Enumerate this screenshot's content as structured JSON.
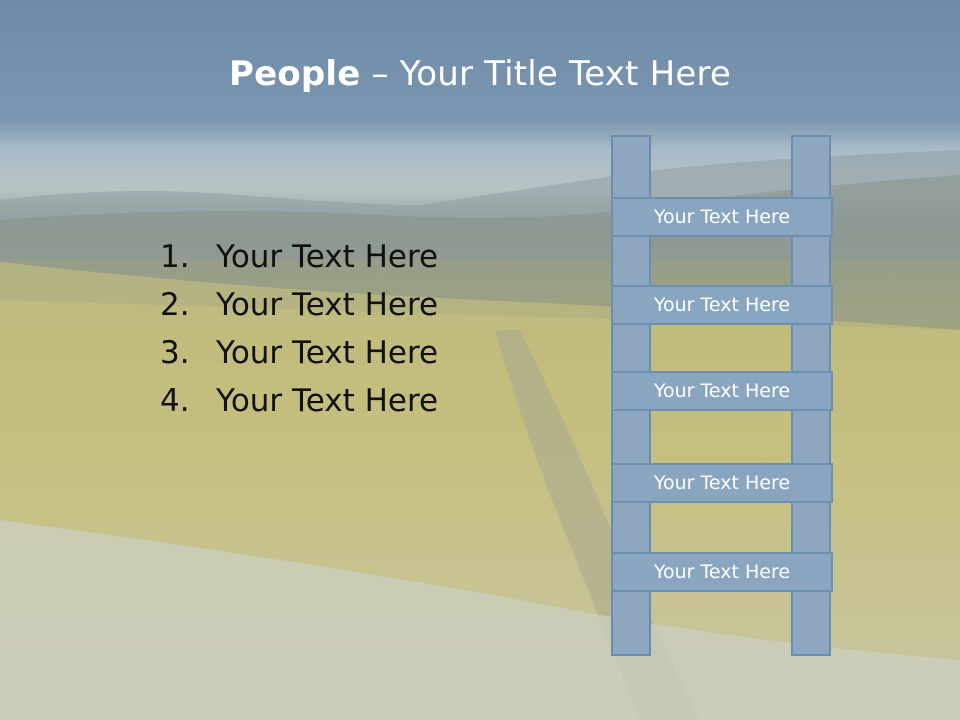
{
  "title": {
    "bold": "People",
    "rest": " – Your Title Text Here"
  },
  "list": [
    {
      "num": "1.",
      "text": "Your Text Here"
    },
    {
      "num": "2.",
      "text": "Your Text Here"
    },
    {
      "num": "3.",
      "text": "Your Text Here"
    },
    {
      "num": "4.",
      "text": "Your Text Here"
    }
  ],
  "ladder": {
    "rungs": [
      "Your Text Here",
      "Your Text Here",
      "Your Text Here",
      "Your Text Here",
      "Your Text Here"
    ]
  },
  "colors": {
    "sky": "#6d8aa6",
    "field": "#c2bd7e",
    "ladder_fill": "#8aa5bf",
    "ladder_border": "#6d8fb0",
    "title_text": "#ffffff",
    "list_text": "#111111"
  }
}
